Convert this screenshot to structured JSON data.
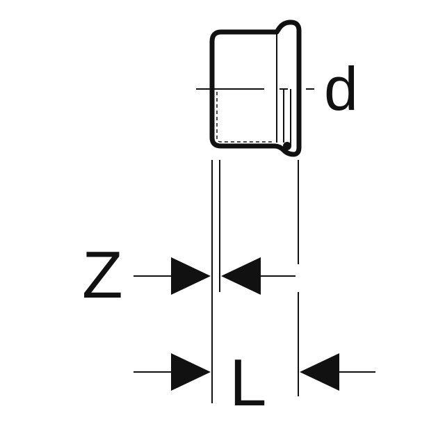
{
  "diagram": {
    "labels": {
      "diameter": "d",
      "insertion_offset": "Z",
      "length": "L"
    },
    "colors": {
      "stroke": "#111111",
      "background": "#ffffff"
    }
  }
}
